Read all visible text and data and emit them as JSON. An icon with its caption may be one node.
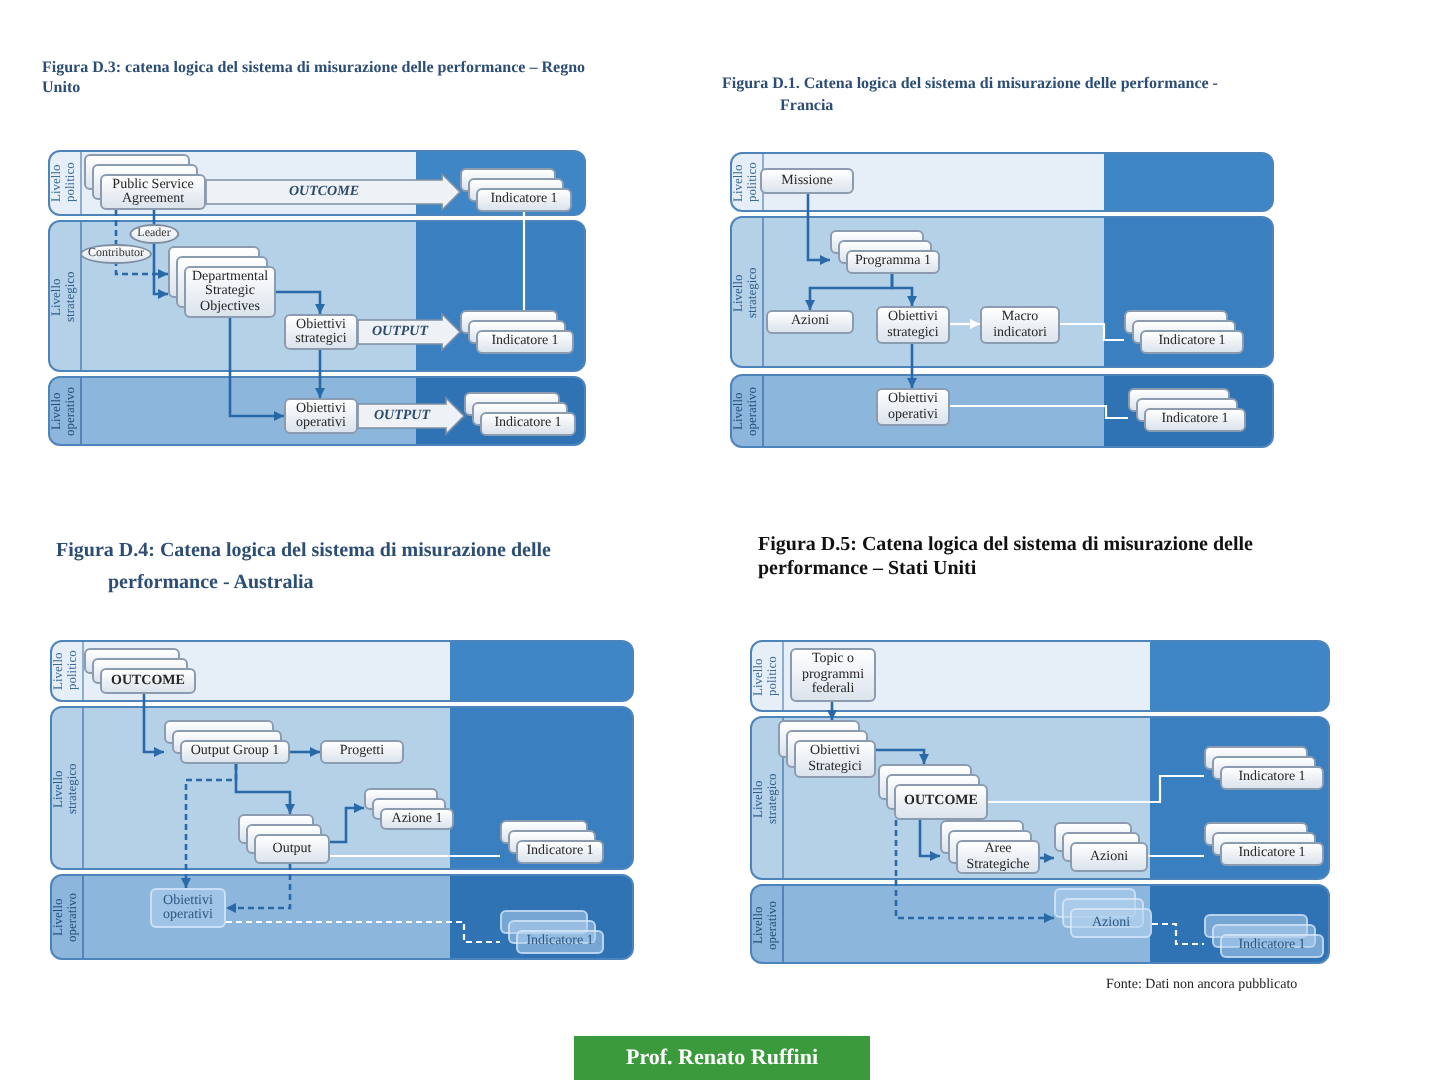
{
  "diagram": {
    "nodes": [
      {
        "text": [
          "Livello politico"
        ]
      },
      {
        "text": [
          "Public Service Agreement"
        ],
        "in": 0
      },
      {
        "text": [
          "Indicatore 1"
        ],
        "in": 0
      },
      {
        "text": [
          "Livello strategico"
        ]
      },
      {
        "text": [
          "Departmental Strategic Objectives"
        ],
        "in": 3
      },
      {
        "text": [
          "Obiettivi strategici"
        ],
        "in": 3
      },
      {
        "text": [
          "Indicatore 1"
        ],
        "in": 3
      },
      {
        "text": [
          "Livello operativo"
        ]
      },
      {
        "text": [
          "Obiettivi operativi"
        ],
        "in": 7
      },
      {
        "text": [
          "Indicatore 1"
        ],
        "in": 7
      },
      {
        "text": [
          "Livello politico"
        ]
      },
      {
        "text": [
          "Missione"
        ],
        "in": 10
      },
      {
        "text": [
          "Livello strategico"
        ]
      },
      {
        "text": [
          "Programma 1"
        ],
        "in": 12
      },
      {
        "text": [
          "Azioni"
        ],
        "in": 12
      },
      {
        "text": [
          "Obiettivi strategici"
        ],
        "in": 12
      },
      {
        "text": [
          "Macro indicatori"
        ],
        "in": 12
      },
      {
        "text": [
          "Indicatore 1"
        ],
        "in": 12
      },
      {
        "text": [
          "Livello operativo"
        ]
      },
      {
        "text": [
          "Obiettivi operativi"
        ],
        "in": 18
      },
      {
        "text": [
          "Indicatore 1"
        ],
        "in": 18
      },
      {
        "text": [
          "Livello politico"
        ]
      },
      {
        "text": [
          "OUTCOME"
        ],
        "in": 21
      },
      {
        "text": [
          "Livello strategico"
        ]
      },
      {
        "text": [
          "Output Group 1"
        ],
        "in": 23
      },
      {
        "text": [
          "Progetti"
        ],
        "in": 23
      },
      {
        "text": [
          "Azione 1"
        ],
        "in": 23
      },
      {
        "text": [
          "Output"
        ],
        "in": 23
      },
      {
        "text": [
          "Indicatore 1"
        ],
        "in": 23
      },
      {
        "text": [
          "Livello operativo"
        ]
      },
      {
        "text": [
          "Obiettivi operativi"
        ],
        "in": 29
      },
      {
        "text": [
          "Indicatore 1"
        ],
        "in": 29
      },
      {
        "text": [
          "Livello politico"
        ]
      },
      {
        "text": [
          "Topic o programmi federali"
        ],
        "in": 32
      },
      {
        "text": [
          "Livello strategico"
        ]
      },
      {
        "text": [
          "Obiettivi Strategici"
        ],
        "in": 34
      },
      {
        "text": [
          "OUTCOME"
        ],
        "in": 34
      },
      {
        "text": [
          "Indicatore 1"
        ],
        "in": 34
      },
      {
        "text": [
          "Aree Strategiche"
        ],
        "in": 34
      },
      {
        "text": [
          "Azioni"
        ],
        "in": 34
      },
      {
        "text": [
          "Indicatore 1"
        ],
        "in": 34
      },
      {
        "text": [
          "Livello operativo"
        ]
      },
      {
        "text": [
          "Azioni"
        ],
        "in": 41
      },
      {
        "text": [
          "Indicatore 1"
        ],
        "in": 41
      },
      {
        "text": [
          "Prof. Renato Ruffini"
        ]
      }
    ],
    "edges": [
      {
        "from": 1,
        "to": 2,
        "arrow": "to",
        "label": "OUTCOME",
        "style": "thick",
        "color": "#eef2f6"
      },
      {
        "from": 1,
        "to": 4,
        "arrow": "to",
        "label": "Leader"
      },
      {
        "from": 1,
        "to": 4,
        "arrow": "to",
        "label": "Contributor",
        "style": "dashed"
      },
      {
        "from": 4,
        "to": 5,
        "arrow": "to"
      },
      {
        "from": 4,
        "to": 8,
        "arrow": "to"
      },
      {
        "from": 5,
        "to": 8,
        "arrow": "to"
      },
      {
        "from": 5,
        "to": 6,
        "arrow": "to",
        "label": "OUTPUT",
        "style": "thick",
        "color": "#eef2f6"
      },
      {
        "from": 8,
        "to": 9,
        "arrow": "to",
        "label": "OUTPUT",
        "style": "thick",
        "color": "#eef2f6"
      },
      {
        "from": 2,
        "to": 6,
        "arrow": "none",
        "color": "#ffffff"
      },
      {
        "from": 11,
        "to": 13,
        "arrow": "to"
      },
      {
        "from": 13,
        "to": 14,
        "arrow": "to"
      },
      {
        "from": 13,
        "to": 15,
        "arrow": "to"
      },
      {
        "from": 15,
        "to": 16,
        "arrow": "to",
        "color": "#ffffff"
      },
      {
        "from": 16,
        "to": 17,
        "arrow": "none",
        "color": "#ffffff"
      },
      {
        "from": 15,
        "to": 19,
        "arrow": "to"
      },
      {
        "from": 19,
        "to": 20,
        "arrow": "none",
        "color": "#ffffff"
      },
      {
        "from": 22,
        "to": 24,
        "arrow": "to"
      },
      {
        "from": 24,
        "to": 25,
        "arrow": "to"
      },
      {
        "from": 24,
        "to": 27,
        "arrow": "to"
      },
      {
        "from": 27,
        "to": 26,
        "arrow": "to"
      },
      {
        "from": 27,
        "to": 28,
        "arrow": "none",
        "color": "#ffffff"
      },
      {
        "from": 24,
        "to": 30,
        "arrow": "to",
        "style": "dashed"
      },
      {
        "from": 27,
        "to": 30,
        "arrow": "to",
        "style": "dashed"
      },
      {
        "from": 30,
        "to": 31,
        "arrow": "none",
        "style": "dashed",
        "color": "#ffffff"
      },
      {
        "from": 33,
        "to": 35,
        "arrow": "to"
      },
      {
        "from": 35,
        "to": 36,
        "arrow": "to"
      },
      {
        "from": 36,
        "to": 37,
        "arrow": "none",
        "color": "#ffffff"
      },
      {
        "from": 36,
        "to": 38,
        "arrow": "to"
      },
      {
        "from": 38,
        "to": 39,
        "arrow": "to"
      },
      {
        "from": 39,
        "to": 40,
        "arrow": "none",
        "color": "#ffffff"
      },
      {
        "from": 36,
        "to": 42,
        "arrow": "to",
        "style": "dashed"
      },
      {
        "from": 42,
        "to": 43,
        "arrow": "none",
        "style": "dashed",
        "color": "#ffffff"
      }
    ],
    "labels": [
      "Figura D.3: catena logica del sistema di misurazione delle performance – Regno Unito",
      "Figura D.1. Catena logica del sistema di misurazione delle performance - Francia",
      "Figura D.4: Catena logica del sistema di misurazione delle performance - Australia",
      "Figura D.5: Catena logica del sistema di misurazione delle performance – Stati Uniti",
      "Fonte: Dati non ancora pubblicato"
    ]
  }
}
